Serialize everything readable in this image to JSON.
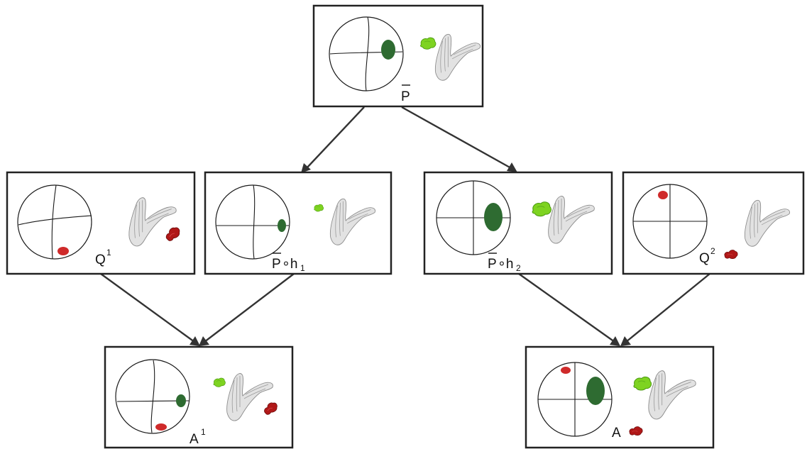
{
  "nodes": {
    "root": {
      "label": "P",
      "overbar": true,
      "subscript": "",
      "superscript": ""
    },
    "q1": {
      "label": "Q",
      "superscript": "1",
      "subscript": ""
    },
    "ph1": {
      "label": "P",
      "overbar": true,
      "operator": "∘h",
      "subscript": "1"
    },
    "ph2": {
      "label": "P",
      "overbar": true,
      "operator": "∘h",
      "subscript": "2"
    },
    "q2": {
      "label": "Q",
      "superscript": "2",
      "subscript": ""
    },
    "a1": {
      "label": "A",
      "superscript": "1",
      "subscript": ""
    },
    "a": {
      "label": "A",
      "superscript": "",
      "subscript": ""
    }
  },
  "colors": {
    "green_region": "#2e6b31",
    "red_region": "#cf2a2a",
    "green_blob": "#7ed321",
    "red_blob": "#b01818",
    "bone": "#e2e2e2",
    "border": "#222222"
  },
  "icons": [
    "bone-3d-icon",
    "green-blob-icon",
    "red-blob-icon"
  ]
}
